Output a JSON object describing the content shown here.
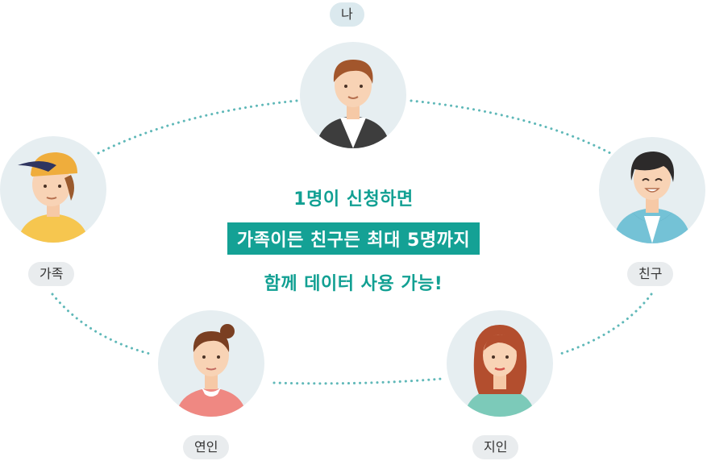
{
  "people": {
    "me": "나",
    "family": "가족",
    "friend": "친구",
    "partner": "연인",
    "acquaintance": "지인"
  },
  "message": {
    "line1": "1명이 신청하면",
    "line2": "가족이든 친구든 최대 5명까지",
    "line3": "함께 데이터 사용 가능!"
  },
  "colors": {
    "accent": "#14a195",
    "dotted_ring": "#5fb8b8",
    "avatar_bg": "#e6eef1"
  }
}
